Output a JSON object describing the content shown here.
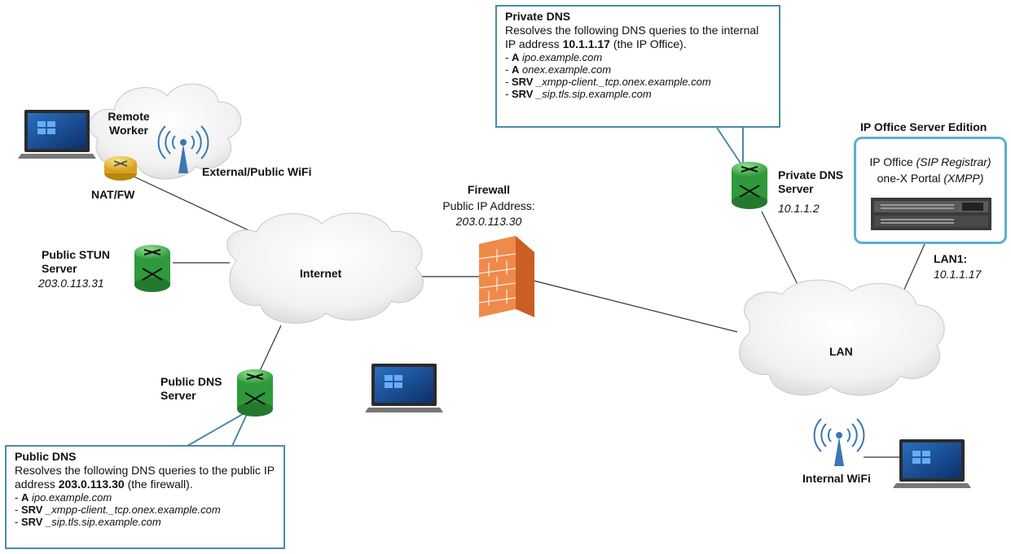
{
  "private_dns": {
    "title": "Private DNS",
    "desc_before": "Resolves the following DNS queries to the internal IP address ",
    "desc_ip": "10.1.1.17",
    "desc_after": " (the IP Office).",
    "records": [
      {
        "type": "A",
        "value": "ipo.example.com"
      },
      {
        "type": "A",
        "value": "onex.example.com"
      },
      {
        "type": "SRV",
        "value": "_xmpp-client._tcp.onex.example.com"
      },
      {
        "type": "SRV",
        "value": "_sip.tls.sip.example.com"
      }
    ]
  },
  "public_dns": {
    "title": "Public DNS",
    "desc_before": "Resolves the following DNS queries to the public IP address ",
    "desc_ip": "203.0.113.30",
    "desc_after": " (the firewall).",
    "records": [
      {
        "type": "A",
        "value": "ipo.example.com"
      },
      {
        "type": "SRV",
        "value": "_xmpp-client._tcp.onex.example.com"
      },
      {
        "type": "SRV",
        "value": "_sip.tls.sip.example.com"
      }
    ]
  },
  "labels": {
    "remote_worker": "Remote\nWorker",
    "external_wifi": "External/Public WiFi",
    "nat_fw": "NAT/FW",
    "public_stun": "Public STUN\nServer",
    "public_stun_ip": "203.0.113.31",
    "internet": "Internet",
    "firewall": "Firewall",
    "firewall_sub": "Public IP Address:",
    "firewall_ip": "203.0.113.30",
    "public_dns_server": "Public DNS\nServer",
    "private_dns_server": "Private DNS\nServer",
    "private_dns_ip": "10.1.1.2",
    "ipo_edition": "IP Office Server Edition",
    "ipo_line1_a": "IP Office ",
    "ipo_line1_b": "(SIP Registrar)",
    "ipo_line2_a": "one-X Portal ",
    "ipo_line2_b": "(XMPP)",
    "lan1": "LAN1:",
    "lan1_ip": "10.1.1.17",
    "lan": "LAN",
    "internal_wifi": "Internal WiFi"
  },
  "colors": {
    "router_green": "#3fae49",
    "nat_yellow": "#e8b92a",
    "firewall_orange": "#e8773a",
    "callout_border": "#4a8aa8",
    "server_border": "#5ab0cf",
    "wifi_blue": "#3a78b0"
  }
}
